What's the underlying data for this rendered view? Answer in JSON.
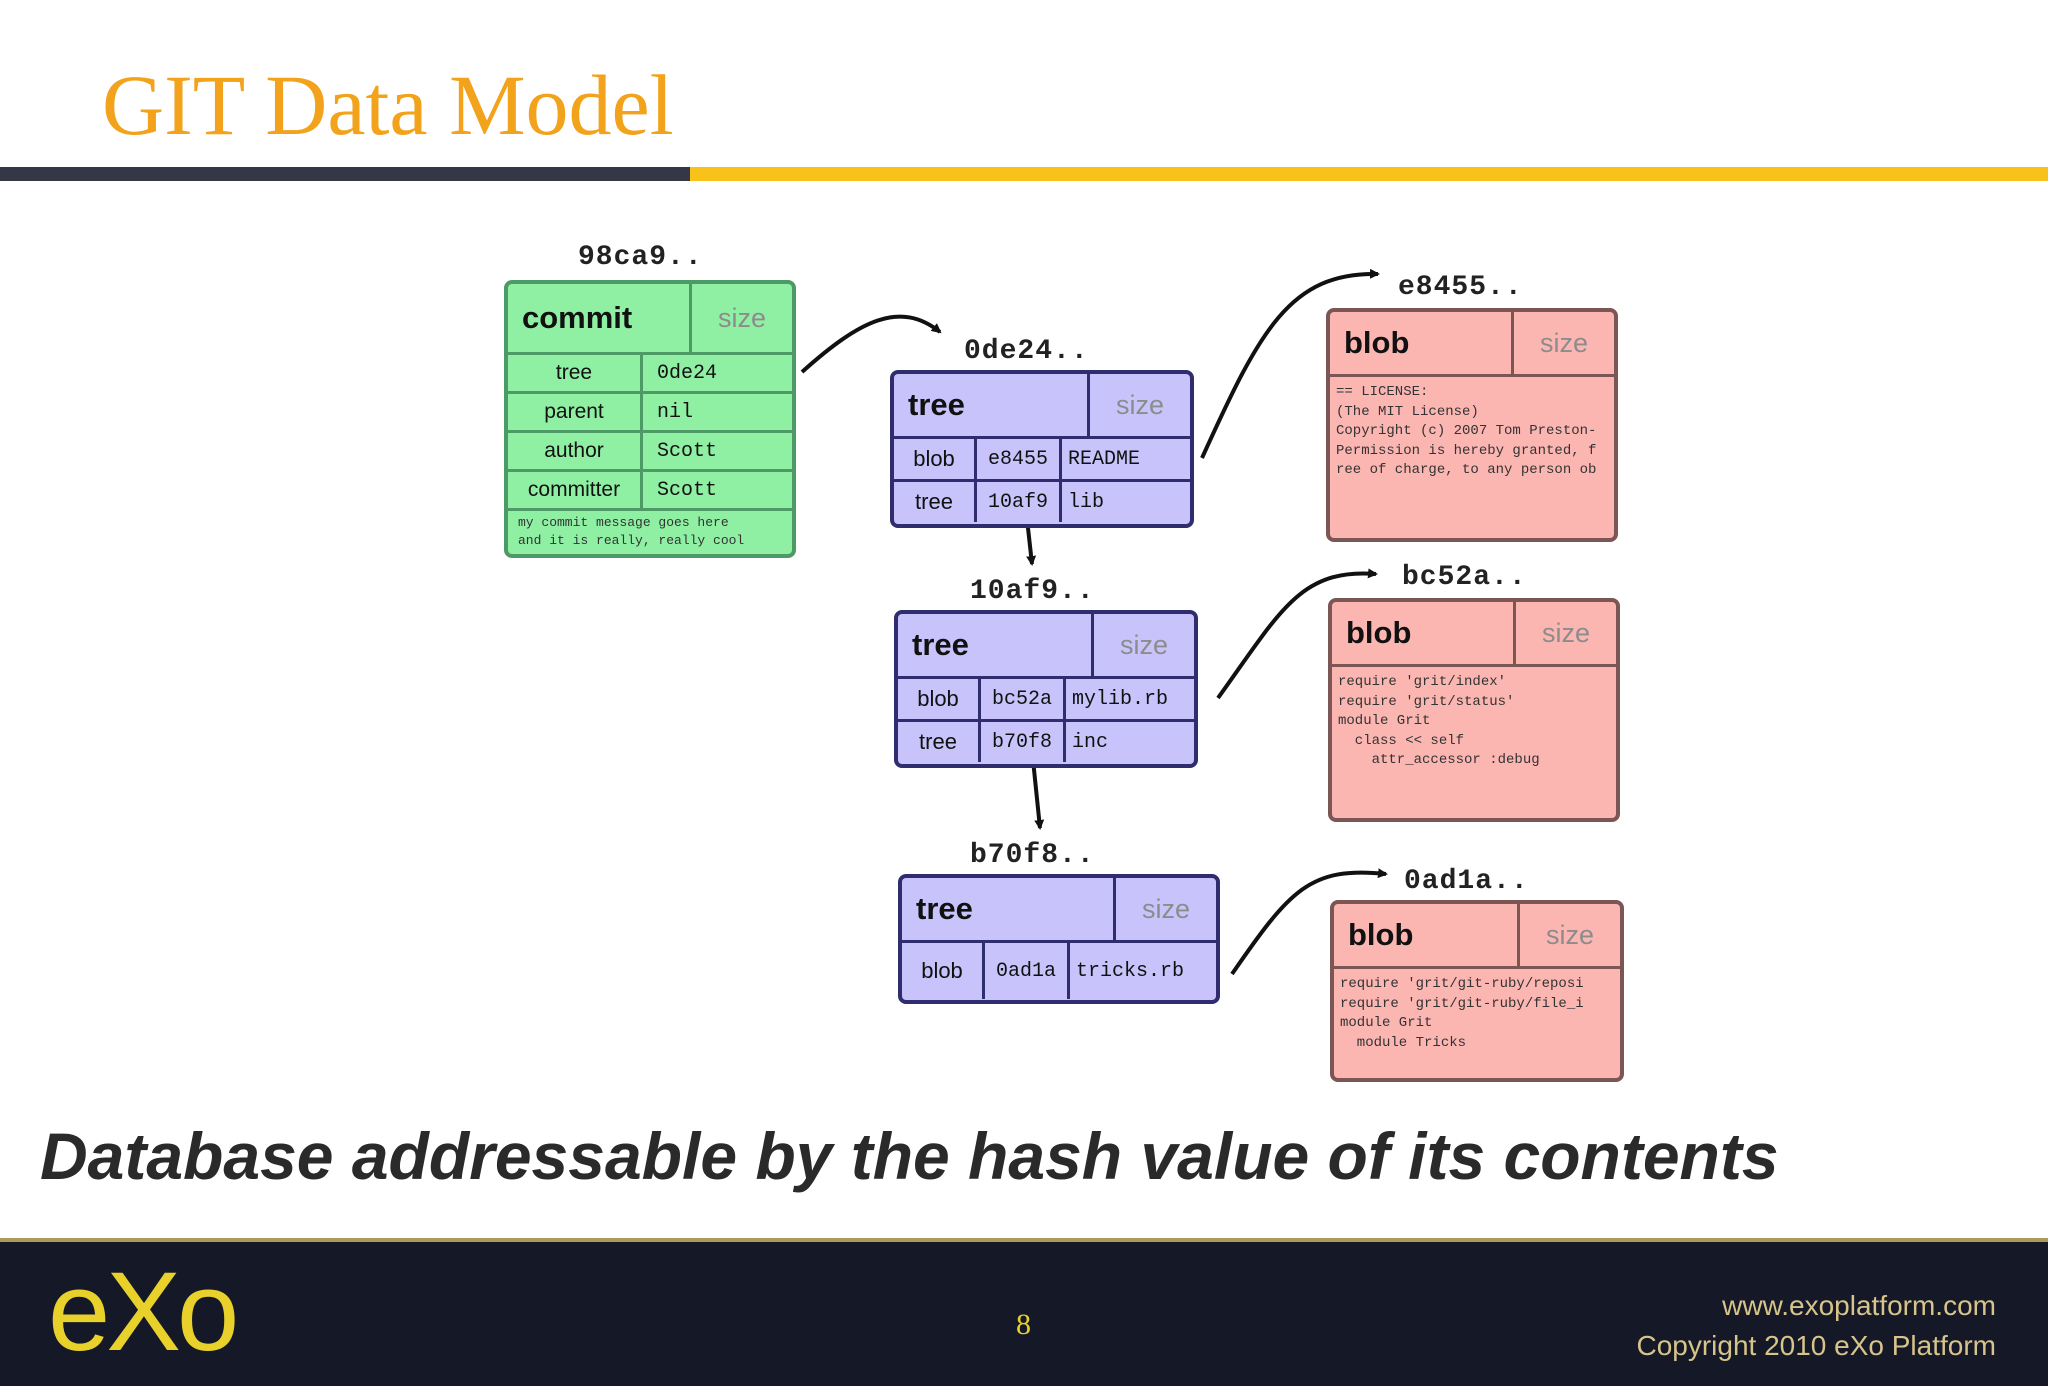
{
  "slide": {
    "title": "GIT Data Model",
    "caption": "Database addressable by the hash value of its contents",
    "page_number": "8",
    "footer_url": "www.exoplatform.com",
    "footer_copyright": "Copyright 2010 eXo Platform",
    "logo_text": "eXo"
  },
  "colors": {
    "title": "#f2a21b",
    "rule_dark": "#343746",
    "rule_gold": "#f9c21a",
    "commit_fill": "#8ff0a4",
    "tree_fill": "#c8c4fb",
    "blob_fill": "#fbb6b2",
    "footer_bg": "#141827"
  },
  "commit": {
    "hash": "98ca9..",
    "type": "commit",
    "size_label": "size",
    "rows": [
      {
        "key": "tree",
        "value": "0de24"
      },
      {
        "key": "parent",
        "value": "nil"
      },
      {
        "key": "author",
        "value": "Scott"
      },
      {
        "key": "committer",
        "value": "Scott"
      }
    ],
    "message_line1": "my commit message goes here",
    "message_line2": "and it is really, really cool"
  },
  "trees": [
    {
      "hash": "0de24..",
      "type": "tree",
      "size_label": "size",
      "entries": [
        {
          "kind": "blob",
          "hash": "e8455",
          "name": "README"
        },
        {
          "kind": "tree",
          "hash": "10af9",
          "name": "lib"
        }
      ]
    },
    {
      "hash": "10af9..",
      "type": "tree",
      "size_label": "size",
      "entries": [
        {
          "kind": "blob",
          "hash": "bc52a",
          "name": "mylib.rb"
        },
        {
          "kind": "tree",
          "hash": "b70f8",
          "name": "inc"
        }
      ]
    },
    {
      "hash": "b70f8..",
      "type": "tree",
      "size_label": "size",
      "entries": [
        {
          "kind": "blob",
          "hash": "0ad1a",
          "name": "tricks.rb"
        }
      ]
    }
  ],
  "blobs": [
    {
      "hash": "e8455..",
      "type": "blob",
      "size_label": "size",
      "lines": [
        "== LICENSE:",
        "",
        "(The MIT License)",
        "",
        "Copyright (c) 2007 Tom Preston-",
        "",
        "Permission is hereby granted, f",
        "ree of charge, to any person ob"
      ]
    },
    {
      "hash": "bc52a..",
      "type": "blob",
      "size_label": "size",
      "lines": [
        "require 'grit/index'",
        "require 'grit/status'",
        "",
        "",
        "module Grit",
        "  class << self",
        "    attr_accessor :debug"
      ]
    },
    {
      "hash": "0ad1a..",
      "type": "blob",
      "size_label": "size",
      "lines": [
        "require 'grit/git-ruby/reposi",
        "require 'grit/git-ruby/file_i",
        "",
        "module Grit",
        "  module Tricks"
      ]
    }
  ]
}
